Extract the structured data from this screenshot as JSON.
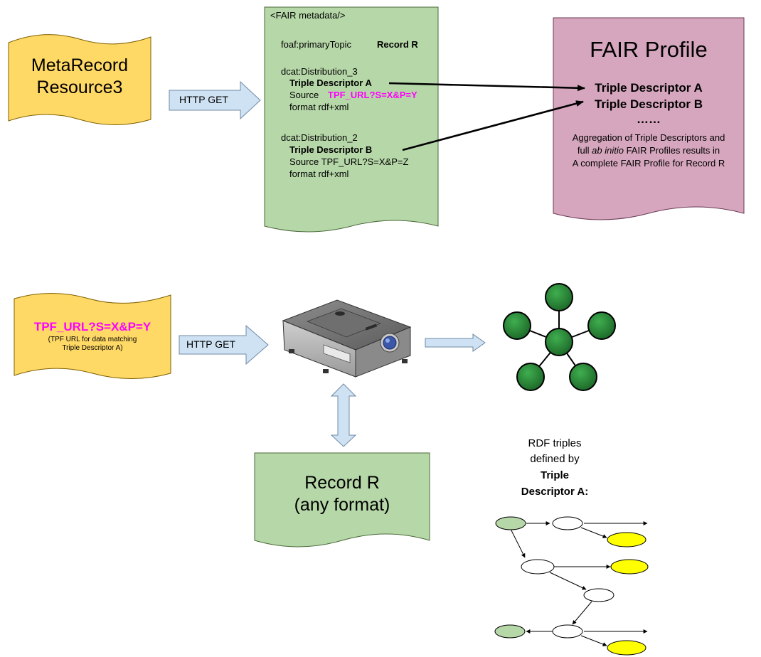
{
  "metarecord": {
    "line1": "MetaRecord",
    "line2": "Resource3"
  },
  "http_get_top": "HTTP GET",
  "fair_metadata": {
    "header": "<FAIR metadata/>",
    "primary_topic_key": "foaf:primaryTopic",
    "primary_topic_value": "Record R",
    "dist3_title": "dcat:Distribution_3",
    "dist3_descriptor": "Triple Descriptor A",
    "dist3_source_key": "Source",
    "dist3_source_value": "TPF_URL?S=X&P=Y",
    "dist3_format": "format  rdf+xml",
    "dist2_title": "dcat:Distribution_2",
    "dist2_descriptor": "Triple Descriptor B",
    "dist2_source": "Source TPF_URL?S=X&P=Z",
    "dist2_format": "format  rdf+xml"
  },
  "fair_profile": {
    "title": "FAIR Profile",
    "descriptor_a": "Triple Descriptor A",
    "descriptor_b": "Triple Descriptor B",
    "ellipsis": "……",
    "desc_line1": "Aggregation of Triple Descriptors and",
    "desc_line2_pre": "full ",
    "desc_line2_em": "ab initio",
    "desc_line2_post": " FAIR Profiles results in",
    "desc_line3": "A complete FAIR Profile for Record R"
  },
  "tpf_card": {
    "url": "TPF_URL?S=X&P=Y",
    "note_line1": "(TPF URL for data matching",
    "note_line2": "Triple Descriptor A)"
  },
  "http_get_bottom": "HTTP GET",
  "record_card": {
    "line1": "Record R",
    "line2": "(any format)"
  },
  "rdf_caption": {
    "line1": "RDF triples",
    "line2": "defined by",
    "line3": "Triple",
    "line4": "Descriptor A:"
  },
  "colors": {
    "yellow_doc": "#ffd966",
    "green_doc": "#b6d7a8",
    "pink_doc": "#d5a6bd",
    "arrow_fill": "#cfe2f3",
    "magenta_text": "#ff00ff",
    "node_green": "#2e8b3c",
    "graph_green": "#b6d7a8",
    "graph_yellow": "#ffff00"
  },
  "icons": {
    "server": "server-icon",
    "network": "network-graph-icon",
    "rdf_graph": "rdf-graph-icon"
  }
}
